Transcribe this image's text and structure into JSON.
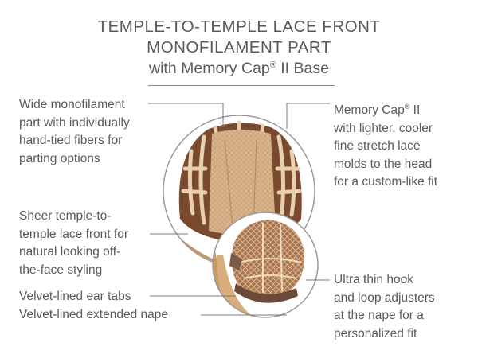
{
  "header": {
    "line1": "TEMPLE-TO-TEMPLE LACE FRONT",
    "line2": "MONOFILAMENT PART",
    "line3_prefix": "with Memory Cap",
    "line3_reg": "®",
    "line3_suffix": " II Base"
  },
  "callouts": {
    "mono_part": {
      "lines": [
        "Wide monofilament",
        "part with individually",
        "hand-tied fibers for",
        "parting options"
      ]
    },
    "lace_front": {
      "lines": [
        "Sheer temple-to-",
        "temple lace front for",
        "natural looking off-",
        "the-face styling"
      ]
    },
    "ear_tabs": {
      "text": "Velvet-lined ear tabs"
    },
    "nape": {
      "text": "Velvet-lined extended nape"
    },
    "memory_cap": {
      "first_prefix": "Memory Cap",
      "first_reg": "®",
      "first_suffix": " II",
      "lines": [
        "with lighter, cooler",
        "fine stretch lace",
        "molds to the head",
        "for a custom-like fit"
      ]
    },
    "adjusters": {
      "lines": [
        "Ultra thin hook",
        "and loop adjusters",
        "at the nape for a",
        "personalized fit"
      ]
    }
  },
  "colors": {
    "text": "#5a5a5a",
    "leader_line": "#7a7a7a",
    "circle_border": "#9a9a9a",
    "hair_brown": "#7a4a2e",
    "hair_light": "#c89a68",
    "mono_mesh": "#d9b48c"
  }
}
